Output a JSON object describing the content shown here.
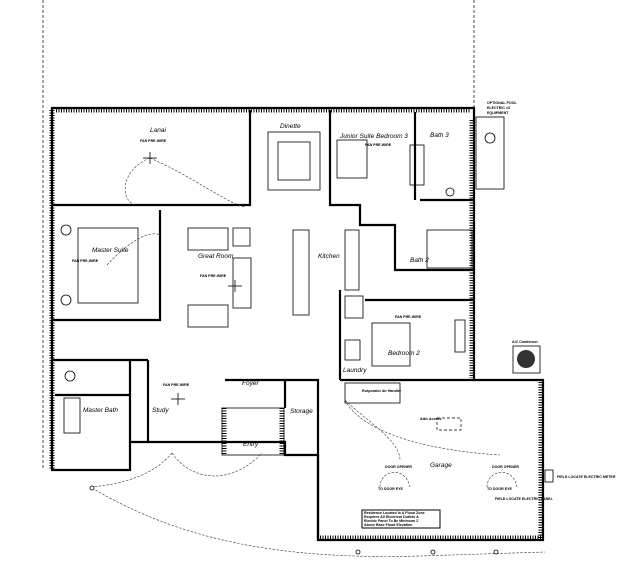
{
  "rooms": {
    "lanai": "Lanai",
    "dinette": "Dinette",
    "junior_suite": "Junior Suite Bedroom 3",
    "bath3": "Bath 3",
    "master_suite": "Master Suite",
    "great_room": "Great Room",
    "kitchen": "Kitchen",
    "bath2": "Bath 2",
    "bedroom2": "Bedroom 2",
    "laundry": "Laundry",
    "master_bath": "Master Bath",
    "study": "Study",
    "foyer": "Foyer",
    "entry": "Entry",
    "storage": "Storage",
    "garage": "Garage"
  },
  "labels": {
    "fan_prewire": "FAN PRE-WIRE",
    "pool_equipment": [
      "OPTIONAL POOL",
      "ELECTRIC #3",
      "EQUIPMENT"
    ],
    "ac_condenser": "A/C Condenser",
    "door_opener": "DOOR OPENER",
    "to_door_eye": "TO DOOR EYE",
    "field_locate_meter": "FIELD LOCATE ELECTRIC METER",
    "field_locate_panel": "FIELD LOCATE ELECTRIC PANEL",
    "attic_access": "Attic Access",
    "evaporator": "Evaporator Air Handler"
  },
  "flood_note": [
    "Residence Located In A Flood Zone",
    "Requires All Electrical Outlets &",
    "Electric Panel To Be Minimum 1'",
    "Above Base Flood Elevation"
  ]
}
